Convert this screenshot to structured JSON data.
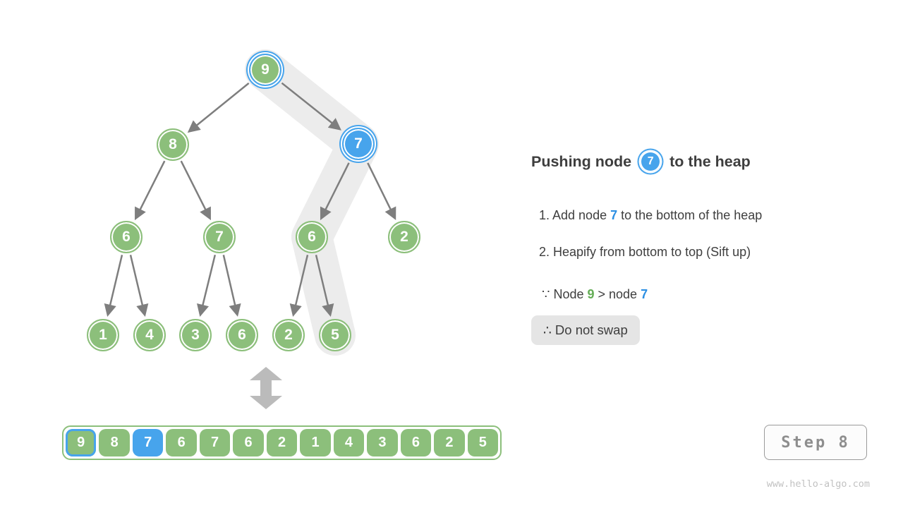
{
  "colors": {
    "green": "#8CBF7B",
    "blue": "#47A4EC",
    "blue_text": "#2C8FE3",
    "green_text": "#63AC55",
    "band": "#ECECEC",
    "arrow": "#7E7E7E",
    "swap_arrow": "#BBBBBB",
    "text_dark": "#3E3E3E",
    "box_bg": "#E5E5E5",
    "step_text": "#8E8E8E",
    "watermark": "#C2C2C2"
  },
  "tree": {
    "nodes": [
      {
        "value": "9",
        "style": "green-selected"
      },
      {
        "value": "8",
        "style": "green"
      },
      {
        "value": "7",
        "style": "blue-selected"
      },
      {
        "value": "6",
        "style": "green"
      },
      {
        "value": "7",
        "style": "green"
      },
      {
        "value": "6",
        "style": "green"
      },
      {
        "value": "2",
        "style": "green"
      },
      {
        "value": "1",
        "style": "green"
      },
      {
        "value": "4",
        "style": "green"
      },
      {
        "value": "3",
        "style": "green"
      },
      {
        "value": "6",
        "style": "green"
      },
      {
        "value": "2",
        "style": "green"
      },
      {
        "value": "5",
        "style": "green"
      }
    ],
    "edges": [
      [
        0,
        1
      ],
      [
        0,
        2
      ],
      [
        1,
        3
      ],
      [
        1,
        4
      ],
      [
        2,
        5
      ],
      [
        2,
        6
      ],
      [
        3,
        7
      ],
      [
        3,
        8
      ],
      [
        4,
        9
      ],
      [
        4,
        10
      ],
      [
        5,
        11
      ],
      [
        5,
        12
      ]
    ],
    "highlight_path": [
      0,
      2,
      5,
      12
    ]
  },
  "array": {
    "values": [
      "9",
      "8",
      "7",
      "6",
      "7",
      "6",
      "2",
      "1",
      "4",
      "3",
      "6",
      "2",
      "5"
    ],
    "blue_border_index": 0,
    "blue_fill_index": 2
  },
  "panel": {
    "title_prefix": "Pushing node",
    "title_node_value": "7",
    "title_suffix": "to the heap",
    "item1_pre": "1. Add node ",
    "item1_highlight": "7",
    "item1_post": " to the bottom of the heap",
    "item2": "2. Heapify from bottom to top (Sift up)",
    "because_pre": "∵ Node ",
    "because_green": "9",
    "because_mid": " > node ",
    "because_blue": "7",
    "therefore": "∴ Do not swap"
  },
  "footer": {
    "step_label": "Step 8",
    "watermark": "www.hello-algo.com"
  }
}
